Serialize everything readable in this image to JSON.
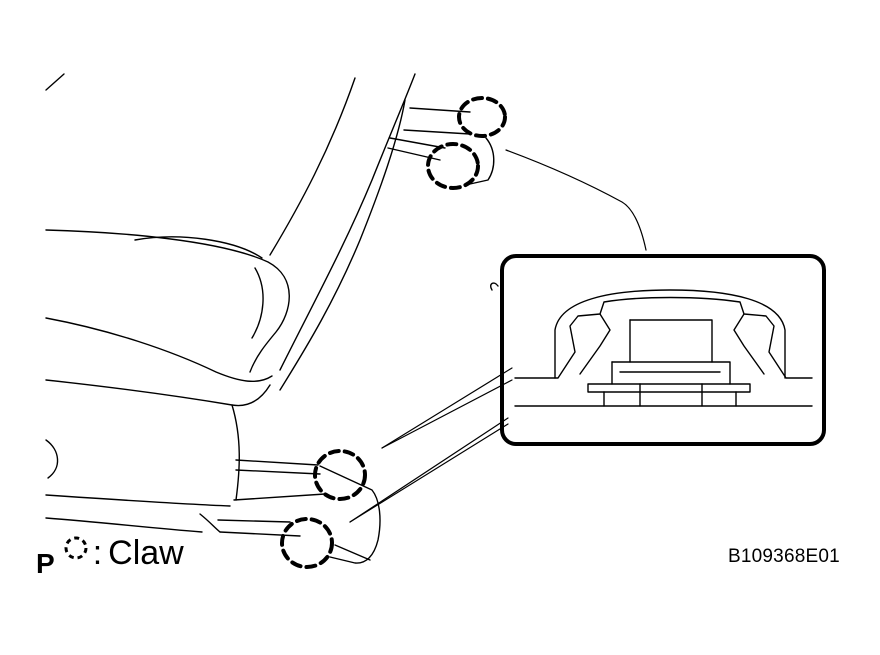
{
  "legend": {
    "letter": "P",
    "separator": ":",
    "label": "Claw",
    "symbol_icon": "dashed-circle-icon"
  },
  "figure_id": "B109368E01",
  "colors": {
    "line": "#000000",
    "background": "#ffffff"
  }
}
